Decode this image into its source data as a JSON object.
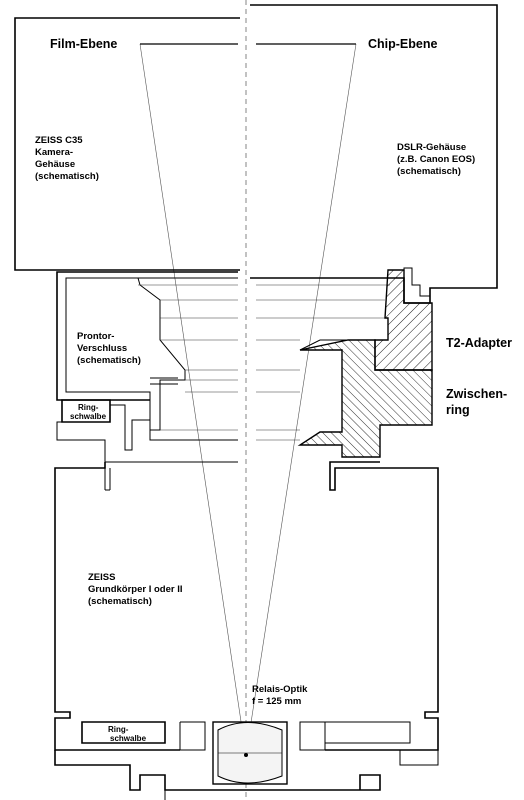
{
  "labels": {
    "film_plane": "Film-Ebene",
    "chip_plane": "Chip-Ebene",
    "camera_body": [
      "ZEISS C35",
      "Kamera-",
      "Gehäuse",
      "(schematisch)"
    ],
    "dslr_body": [
      "DSLR-Gehäuse",
      "(z.B. Canon EOS)",
      "(schematisch)"
    ],
    "shutter": [
      "Prontor-",
      "Verschluss",
      "(schematisch)"
    ],
    "dovetail_upper": [
      "Ring-",
      "schwalbe"
    ],
    "t2_adapter": "T2-Adapter",
    "spacer_ring": [
      "Zwischen-",
      "ring"
    ],
    "base_body": [
      "ZEISS",
      "Grundkörper I oder II",
      "(schematisch)"
    ],
    "relay_optics": [
      "Relais-Optik",
      "f = 125 mm"
    ],
    "dovetail_lower": [
      "Ring-",
      "schwalbe"
    ]
  },
  "colors": {
    "line": "#000000",
    "background": "#ffffff"
  }
}
